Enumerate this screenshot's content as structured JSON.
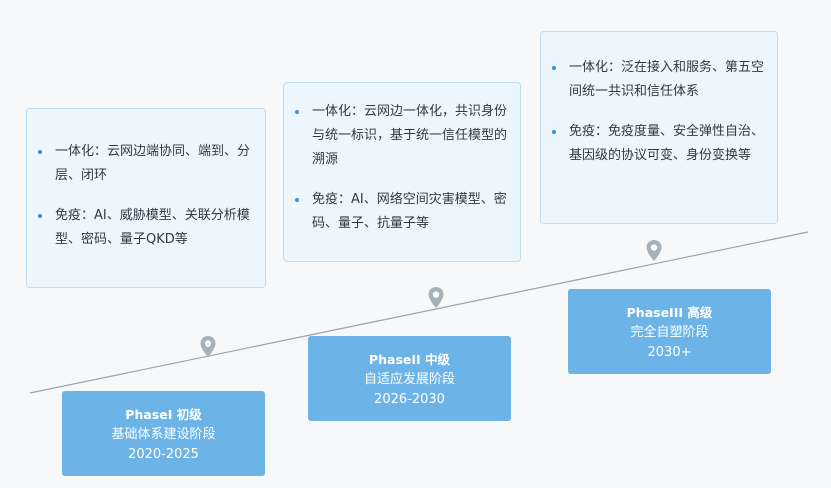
{
  "cards": [
    {
      "items": [
        "一体化：云网边端协同、端到、分层、闭环",
        "免疫：AI、威胁模型、关联分析模型、密码、量子QKD等"
      ]
    },
    {
      "items": [
        "一体化：云网边一体化，共识身份与统一标识，基于统一信任模型的溯源",
        "免疫：AI、网络空间灾害模型、密码、量子、抗量子等"
      ]
    },
    {
      "items": [
        "一体化：泛在接入和服务、第五空间统一共识和信任体系",
        "免疫：免疫度量、安全弹性自治、基因级的协议可变、身份变换等"
      ]
    }
  ],
  "phases": [
    {
      "title": "PhaseI 初级",
      "subtitle": "基础体系建设阶段",
      "years": "2020-2025"
    },
    {
      "title": "PhaseII 中级",
      "subtitle": "自适应发展阶段",
      "years": "2026-2030"
    },
    {
      "title": "PhaseIII 高级",
      "subtitle": "完全自塑阶段",
      "years": "2030+"
    }
  ],
  "icons": {
    "marker": "map-pin-icon"
  },
  "colors": {
    "card_bg": "#eef6fd",
    "card_border": "#bcdcf5",
    "phase_bg": "#6cb4e8",
    "bullet": "#3c8fd8",
    "line": "#9aa3ab",
    "pin": "#a9b1b8"
  }
}
